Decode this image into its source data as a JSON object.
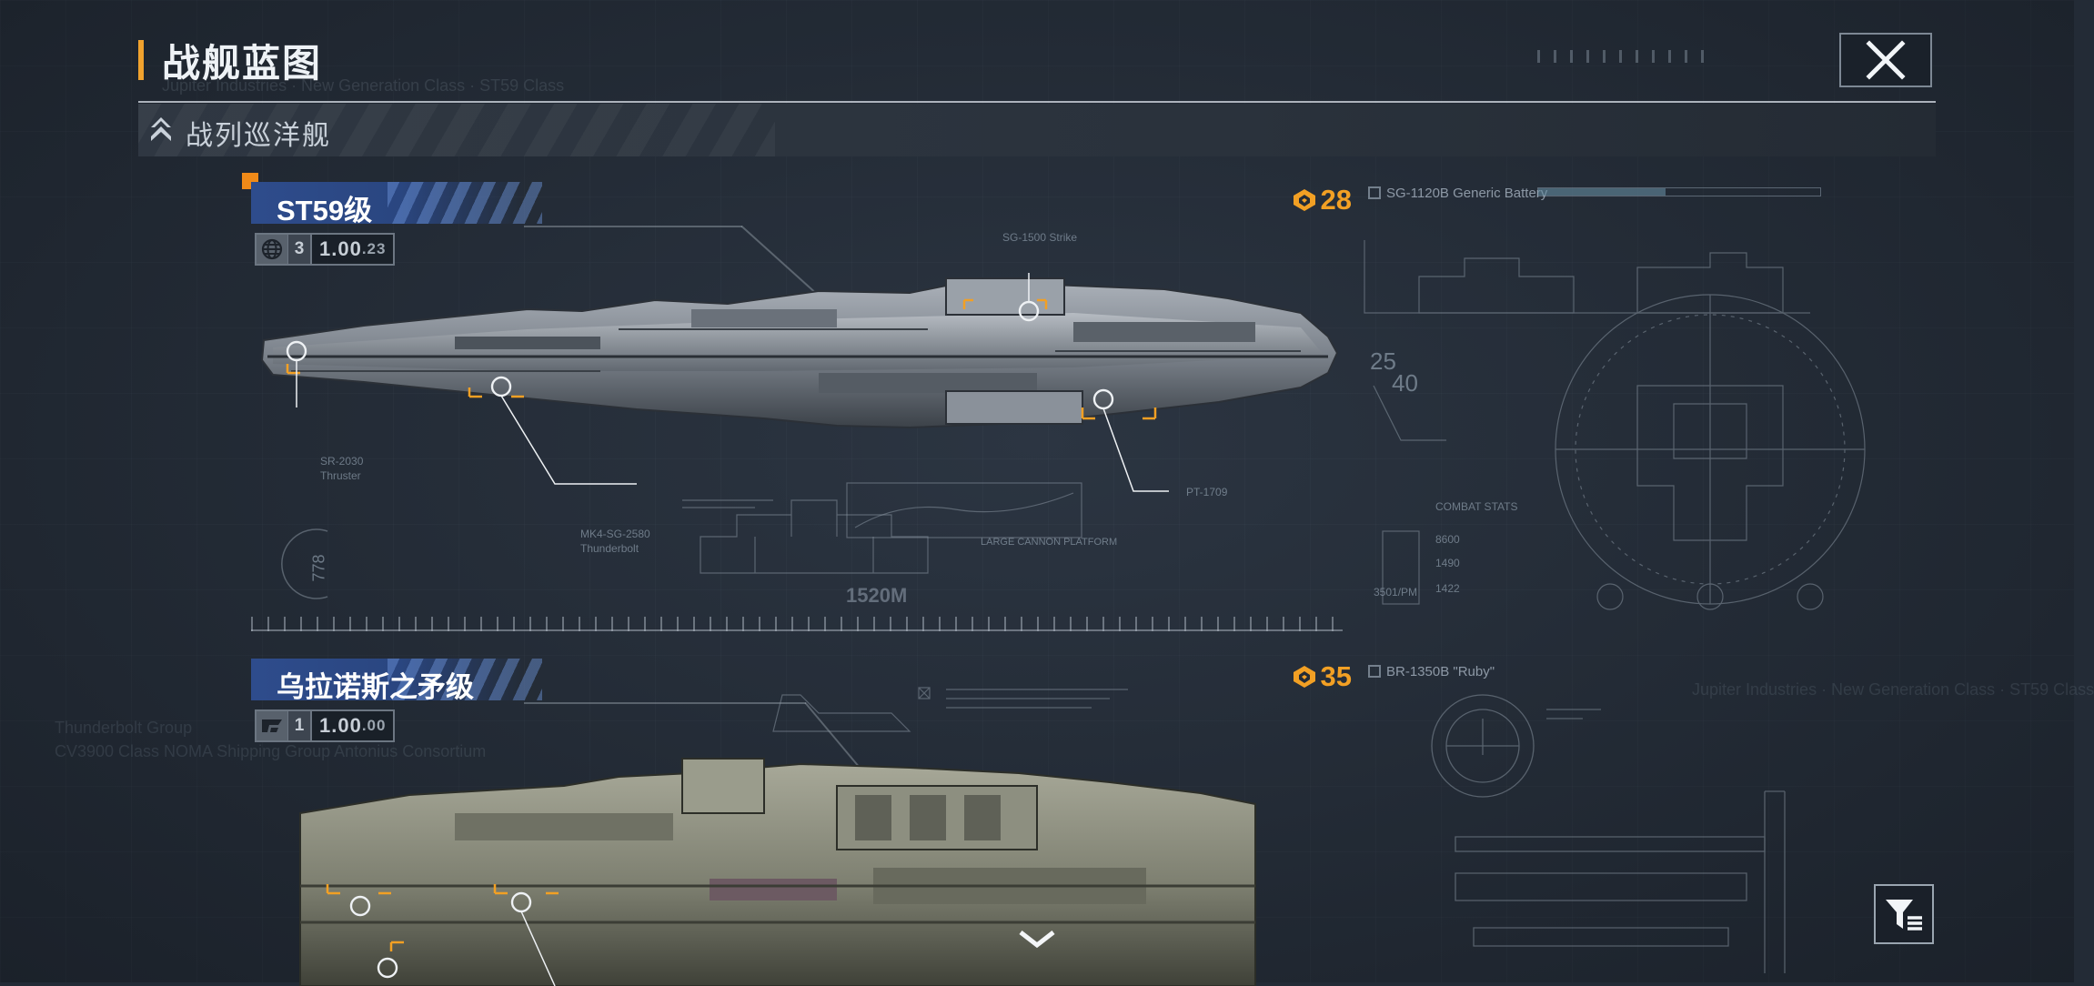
{
  "header": {
    "title": "战舰蓝图",
    "title_ghost": "Jupiter Industries · New Generation Class · ST59 Class",
    "close_icon": "close-icon"
  },
  "category": {
    "icon": "chevron-rank-icon",
    "label": "战列巡洋舰"
  },
  "ships": [
    {
      "name": "ST59级",
      "faction_icon": "globe-icon",
      "count": "3",
      "version_main": "1.00",
      "version_sub": ".23",
      "cost_icon": "command-point-icon",
      "cost": "28",
      "length_label": "1520M",
      "hotspots": [
        "SG-1500 Strike",
        "SR-2030",
        "MK4-SG-2580",
        "PT-1709"
      ],
      "hotspot_subs": [
        "",
        "Thruster",
        "Thunderbolt",
        ""
      ],
      "gauge_value": "778",
      "blueprint_caption": "LARGE CANNON PLATFORM",
      "side_panel": {
        "title": "SG-1120B Generic Battery",
        "combat_stats": "COMBAT STATS",
        "stat_a": "8600",
        "stat_b": "1490",
        "stat_c": "1422",
        "stat_d": "3501/PM",
        "scale_a": "25",
        "scale_b": "40"
      }
    },
    {
      "name": "乌拉诺斯之矛级",
      "faction_icon": "faction-emblem-icon",
      "count": "1",
      "version_main": "1.00",
      "version_sub": ".00",
      "cost_icon": "command-point-icon",
      "cost": "35",
      "side_panel": {
        "title": "BR-1350B \"Ruby\""
      }
    }
  ],
  "ghost_texts": {
    "left_a": "Thunderbolt Group",
    "left_b": "CV3900 Class NOMA Shipping Group Antonius Consortium",
    "right_a": "Jupiter Industries · New Generation Class · ST59 Class"
  },
  "controls": {
    "scroll_icon": "chevron-down-icon",
    "filter_icon": "filter-icon"
  },
  "colors": {
    "accent_orange": "#f2a024",
    "name_plate_blue": "#2e4c8c",
    "background": "#232b36"
  }
}
